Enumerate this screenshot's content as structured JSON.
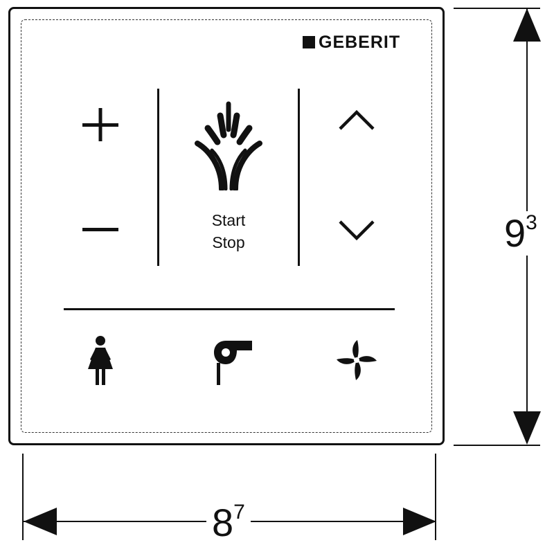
{
  "brand": {
    "name": "GEBERIT"
  },
  "controls": {
    "left": [
      {
        "icon": "plus-icon"
      },
      {
        "icon": "minus-icon"
      }
    ],
    "center": {
      "icon": "water-spray-icon",
      "label_line1": "Start",
      "label_line2": "Stop"
    },
    "right": [
      {
        "icon": "chevron-up-icon"
      },
      {
        "icon": "chevron-down-icon"
      }
    ],
    "bottom": [
      {
        "icon": "lady-wash-icon"
      },
      {
        "icon": "dryer-icon"
      },
      {
        "icon": "fan-icon"
      }
    ]
  },
  "dimensions": {
    "height": {
      "main": "9",
      "sup": "3"
    },
    "width": {
      "main": "8",
      "sup": "7"
    }
  },
  "colors": {
    "line": "#111111",
    "background": "#ffffff"
  }
}
